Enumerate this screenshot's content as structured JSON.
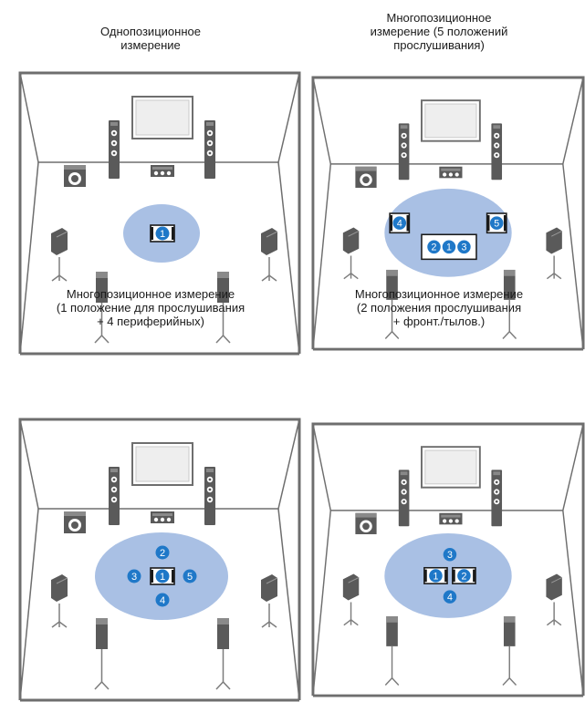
{
  "colors": {
    "room_line": "#6e6e6e",
    "zone_fill": "#a9c0e4",
    "speaker_dark": "#5a5a5a",
    "speaker_light": "#9a9a9a",
    "marker_blue": "#1f78c8",
    "tv_fill": "#eeeeee",
    "stand_gray": "#7d7d7d"
  },
  "panels": [
    {
      "caption": "Однопозиционное\nизмерение",
      "positions": [
        "1"
      ]
    },
    {
      "caption": "Многопозиционное\nизмерение (5 положений\nпрослушивания)",
      "positions": [
        "4",
        "5",
        "2",
        "1",
        "3"
      ]
    },
    {
      "caption": "Многопозиционное измерение\n(1 положение для прослушивания\n+ 4 периферийных)",
      "positions": [
        "1",
        "2",
        "3",
        "4",
        "5"
      ]
    },
    {
      "caption": "Многопозиционное измерение\n(2 положения прослушивания\n+ фронт./тылов.)",
      "positions": [
        "1",
        "2",
        "3",
        "4"
      ]
    }
  ]
}
